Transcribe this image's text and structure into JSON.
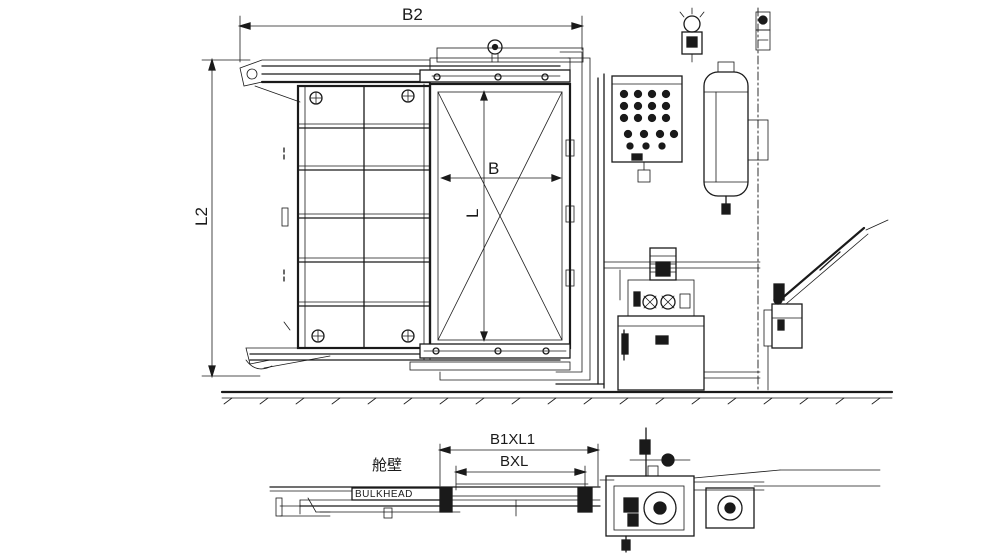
{
  "labels": {
    "b2": "B2",
    "l2": "L2",
    "b": "B",
    "l": "L",
    "b1xl1": "B1XL1",
    "bxl": "BXL",
    "bulkhead_cn": "舱壁",
    "bulkhead_en": "BULKHEAD"
  }
}
